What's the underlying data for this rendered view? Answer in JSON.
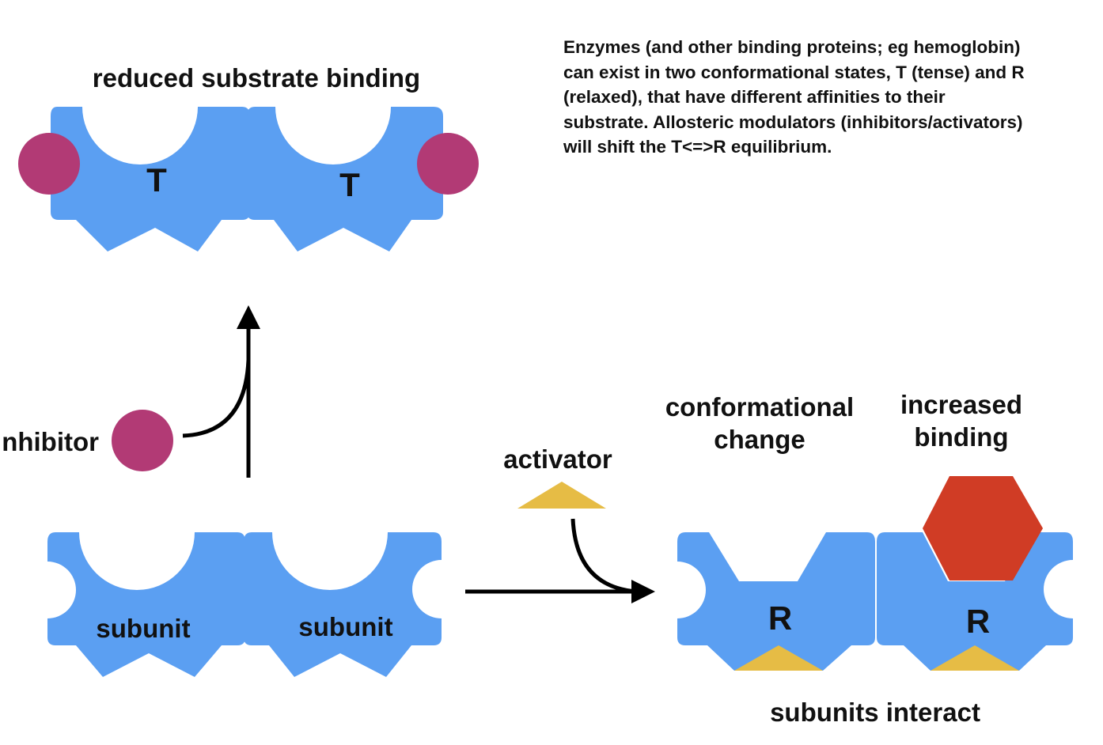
{
  "description": {
    "lines": [
      "Enzymes (and other binding proteins; eg hemoglobin)",
      "can exist in two conformational states, T (tense) and R",
      "(relaxed), that have different affinities to their",
      "substrate. Allosteric modulators (inhibitors/activators)",
      "will shift the T<=>R equilibrium."
    ]
  },
  "top_state": {
    "title": "reduced substrate binding",
    "subunit_labels": [
      "T",
      "T"
    ]
  },
  "inhibitor": {
    "label": "inhibitor"
  },
  "base_state": {
    "subunit_labels": [
      "subunit",
      "subunit"
    ]
  },
  "activator": {
    "label": "activator"
  },
  "relaxed_state": {
    "conformational_label": [
      "conformational",
      "change"
    ],
    "binding_label": [
      "increased",
      "binding"
    ],
    "subunit_labels": [
      "R",
      "R"
    ],
    "footer": "subunits interact"
  },
  "colors": {
    "subunit": "#5b9ff2",
    "inhibitor": "#b23a75",
    "activator": "#e6bc45",
    "substrate": "#d03c25",
    "arrow": "#000000",
    "text": "#111111"
  },
  "icons": {
    "subunit": "protein-subunit-shape",
    "inhibitor": "circle",
    "activator": "triangle",
    "substrate": "hexagon"
  }
}
